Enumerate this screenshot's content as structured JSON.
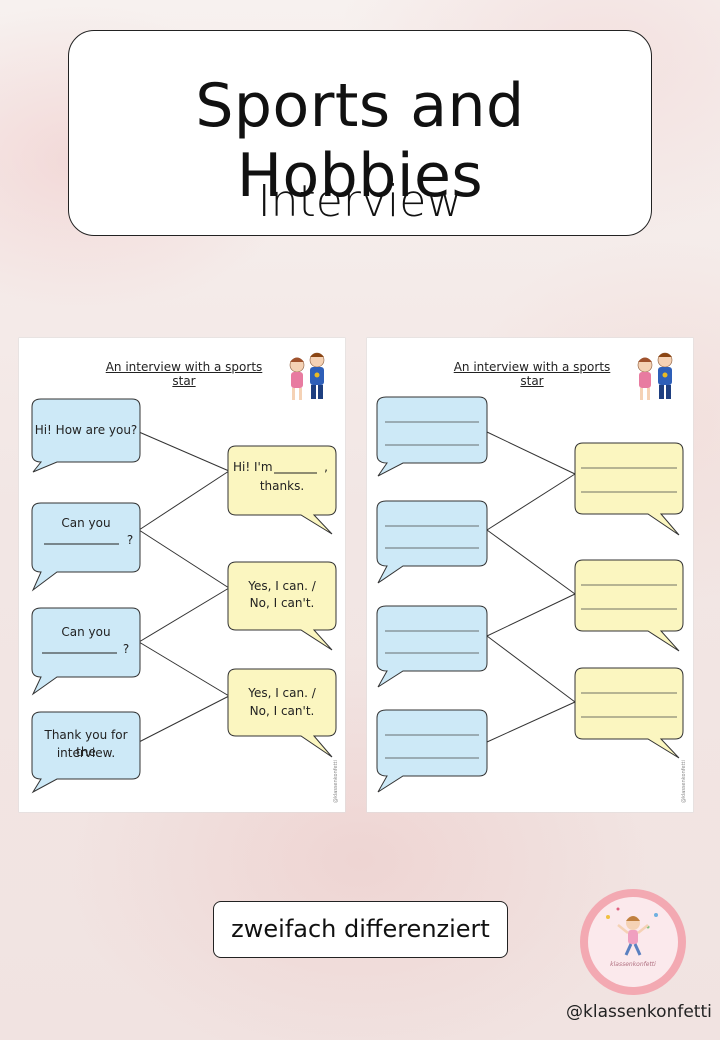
{
  "cover": {
    "title": "Sports and Hobbies",
    "subtitle": "Interview"
  },
  "sheet_left": {
    "heading": "An interview with a sports star",
    "watermark": "@klassenkonfetti",
    "blue_bubbles": [
      {
        "line1": "Hi!  How are you?",
        "line2": ""
      },
      {
        "line1": "Can you",
        "line2": "?"
      },
      {
        "line1": "Can you",
        "line2": "?"
      },
      {
        "line1": "Thank you for the",
        "line2": "interview."
      }
    ],
    "yellow_bubbles": [
      {
        "line1": "Hi! I'm",
        "tail": ",",
        "line2": "thanks."
      },
      {
        "line1": "Yes, I can. /",
        "line2": "No, I can't."
      },
      {
        "line1": "Yes, I can. /",
        "line2": "No, I can't."
      }
    ]
  },
  "sheet_right": {
    "heading": "An interview with a sports star",
    "watermark": "@klassenkonfetti"
  },
  "tag": "zweifach differenziert",
  "logo_text": "klassenkonfetti",
  "handle": "@klassenkonfetti",
  "colors": {
    "bubble_blue": "#cde9f7",
    "bubble_yellow": "#fbf6c0",
    "logo_ring": "#f3a9b2"
  }
}
